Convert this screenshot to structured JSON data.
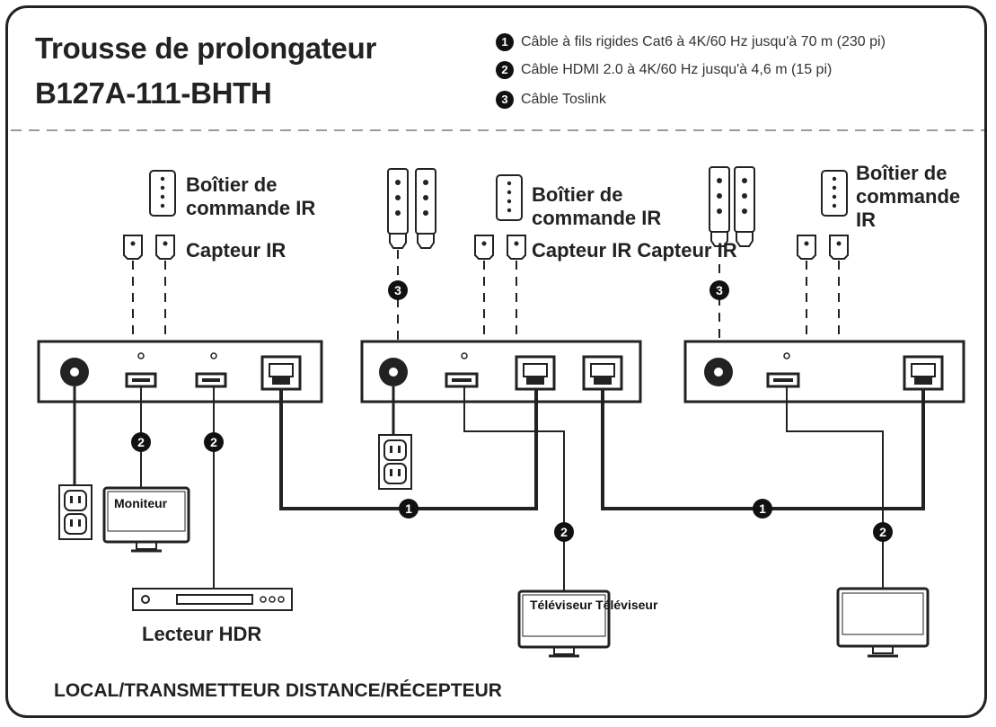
{
  "title_line1": "Trousse de prolongateur",
  "title_line2": "B127A-111-BHTH",
  "legend": [
    {
      "num": "1",
      "text": "Câble à fils rigides Cat6 à 4K/60 Hz jusqu'à 70 m (230 pi)"
    },
    {
      "num": "2",
      "text": "Câble HDMI 2.0 à 4K/60 Hz jusqu'à 4,6 m (15 pi)"
    },
    {
      "num": "3",
      "text": "Câble Toslink"
    }
  ],
  "labels": {
    "ir_box_left_1": "Boîtier de",
    "ir_box_left_2": "commande IR",
    "ir_sensor_left": "Capteur IR",
    "ir_box_mid_1": "Boîtier de",
    "ir_box_mid_2": "commande IR",
    "ir_sensor_mid": "Capteur IR Capteur IR",
    "ir_box_right_1": "Boîtier de",
    "ir_box_right_2": "commande",
    "ir_box_right_3": "IR",
    "monitor": "Moniteur",
    "hdr_player": "Lecteur HDR",
    "tv": "Téléviseur Téléviseur",
    "footer": "LOCAL/TRANSMETTEUR DISTANCE/RÉCEPTEUR"
  },
  "markers": {
    "cat6": "1",
    "hdmi": "2",
    "toslink": "3"
  },
  "colors": {
    "line": "#222222",
    "bg": "#ffffff",
    "dash": "#9a9a9a"
  }
}
